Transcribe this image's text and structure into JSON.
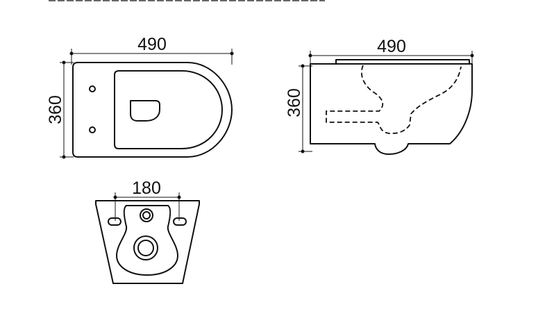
{
  "top_view": {
    "width_label": "490",
    "height_label": "360"
  },
  "side_view": {
    "width_label": "490",
    "height_label": "360"
  },
  "rear_view": {
    "hole_spacing_label": "180"
  },
  "colors": {
    "line": "#111111",
    "background": "#ffffff"
  }
}
